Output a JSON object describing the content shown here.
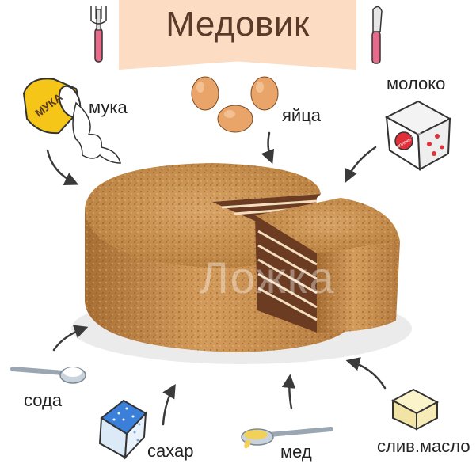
{
  "title": "Медовик",
  "brand": "Ложка",
  "ingredients": {
    "flour": "мука",
    "flour_pack_text": "МУКА",
    "eggs": "яйца",
    "milk": "молоко",
    "milk_pack_text": "молоко 2,5%",
    "soda": "сода",
    "sugar": "сахар",
    "honey": "мед",
    "butter": "слив.масло"
  },
  "colors": {
    "banner": "#fcdcc3",
    "title": "#5a3a28",
    "cake_crumb": "#cf9a5c",
    "cake_layer_dark": "#6b3b22",
    "cake_cream": "#f3dfc0",
    "fork_handle": "#e66b8a",
    "flour_pack": "#f5c518",
    "egg": "#e9a46a",
    "honey": "#f2d15a",
    "butter": "#f7ecb8"
  }
}
